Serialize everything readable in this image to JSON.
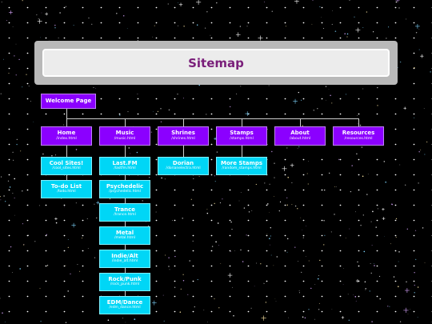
{
  "header": {
    "title": "Sitemap"
  },
  "welcome": {
    "label": "Welcome Page"
  },
  "sections": [
    {
      "label": "Home",
      "url": "/index.html",
      "children": [
        {
          "label": "Cool Sites!",
          "url": "/cool_sites.html"
        },
        {
          "label": "To-do List",
          "url": "/todo.html"
        }
      ]
    },
    {
      "label": "Music",
      "url": "/music.html",
      "children": [
        {
          "label": "Last.FM",
          "url": "/lastfm.html"
        },
        {
          "label": "Psychedelic",
          "url": "/psychedelic.html"
        },
        {
          "label": "Trance",
          "url": "/trance.html"
        },
        {
          "label": "Metal",
          "url": "/metal.html"
        },
        {
          "label": "Indie/Alt",
          "url": "/indie_alt.html"
        },
        {
          "label": "Rock/Punk",
          "url": "/rock_punk.html"
        },
        {
          "label": "EDM/Dance",
          "url": "/edm_dance.html"
        }
      ]
    },
    {
      "label": "Shrines",
      "url": "/shrines.html",
      "children": [
        {
          "label": "Dorian",
          "url": "/dorianelectra.html"
        }
      ]
    },
    {
      "label": "Stamps",
      "url": "/stamps.html",
      "children": [
        {
          "label": "More Stamps",
          "url": "/random_stamps.html"
        }
      ]
    },
    {
      "label": "About",
      "url": "/about.html",
      "children": []
    },
    {
      "label": "Resources",
      "url": "/resources.html",
      "children": []
    }
  ],
  "colors": {
    "background": "#000000",
    "primary_node": "#8b00ff",
    "child_node": "#00d6f6",
    "title": "#7a1f7a",
    "connector": "#cfcfcf"
  }
}
